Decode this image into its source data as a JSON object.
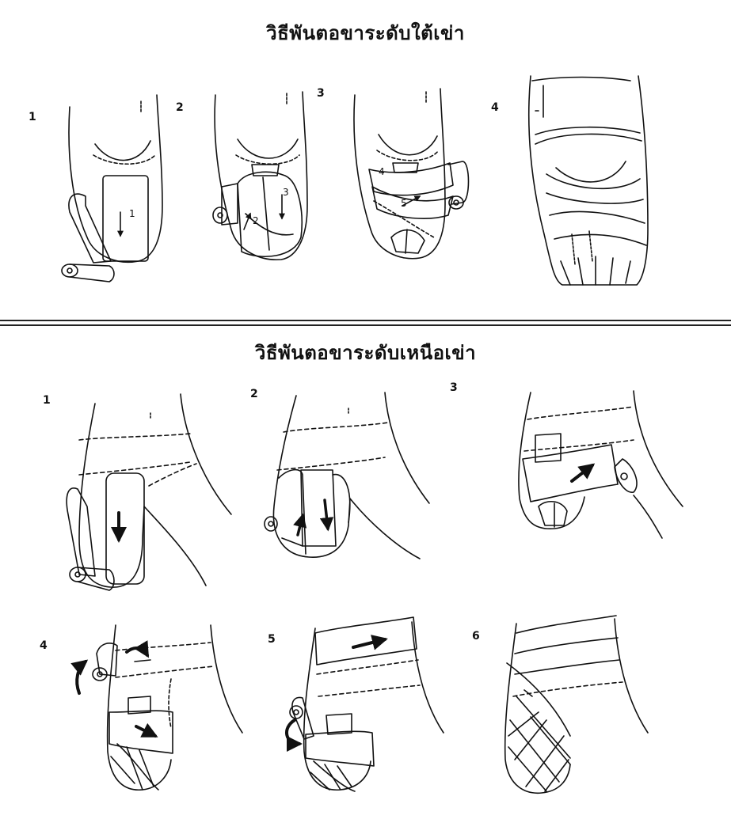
{
  "titles": {
    "below_knee": "วิธีพันตอขาระดับใต้เข่า",
    "above_knee": "วิธีพันตอขาระดับเหนือเข่า"
  },
  "below_knee_steps": [
    "1",
    "2",
    "3",
    "4"
  ],
  "below_knee_arrow_numbers": [
    "1",
    "2",
    "3",
    "4",
    "5"
  ],
  "above_knee_steps": [
    "1",
    "2",
    "3",
    "4",
    "5",
    "6"
  ],
  "colors": {
    "ink": "#111111",
    "background": "#ffffff"
  }
}
